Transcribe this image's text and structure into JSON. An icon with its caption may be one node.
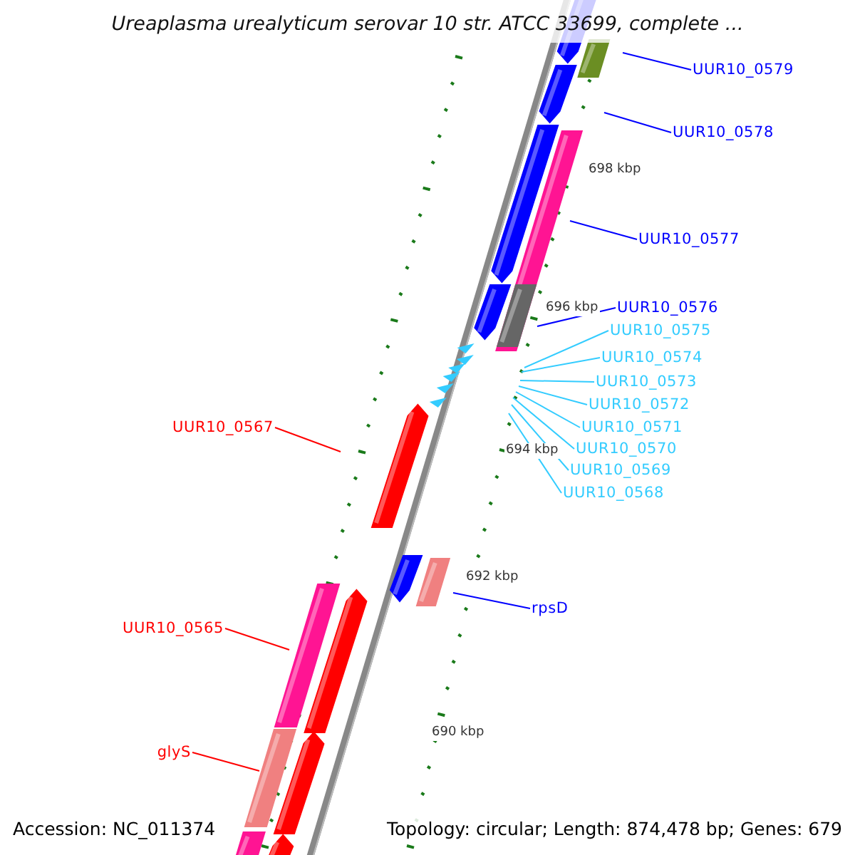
{
  "diagram": {
    "title": "Ureaplasma urealyticum serovar 10 str. ATCC 33699, complete ...",
    "nodes": [
      {
        "text": [
          "UUR10_0579"
        ]
      },
      {
        "text": [
          "UUR10_0578"
        ]
      },
      {
        "text": [
          "UUR10_0577"
        ]
      },
      {
        "text": [
          "UUR10_0576"
        ]
      },
      {
        "text": [
          "UUR10_0575"
        ]
      },
      {
        "text": [
          "UUR10_0574"
        ]
      },
      {
        "text": [
          "UUR10_0573"
        ]
      },
      {
        "text": [
          "UUR10_0572"
        ]
      },
      {
        "text": [
          "UUR10_0571"
        ]
      },
      {
        "text": [
          "UUR10_0570"
        ]
      },
      {
        "text": [
          "UUR10_0569"
        ]
      },
      {
        "text": [
          "UUR10_0568"
        ]
      },
      {
        "text": [
          "UUR10_0567"
        ]
      },
      {
        "text": [
          "rpsD"
        ]
      },
      {
        "text": [
          "UUR10_0565"
        ]
      },
      {
        "text": [
          "glyS"
        ]
      }
    ],
    "edges": [
      {
        "from": 0,
        "to": null,
        "arrow": "none",
        "color": "#0000ff"
      },
      {
        "from": 1,
        "to": null,
        "arrow": "none",
        "color": "#0000ff"
      },
      {
        "from": 2,
        "to": null,
        "arrow": "none",
        "color": "#0000ff"
      },
      {
        "from": 3,
        "to": null,
        "arrow": "none",
        "color": "#0000ff"
      },
      {
        "from": 4,
        "to": null,
        "arrow": "none"
      },
      {
        "from": 5,
        "to": null,
        "arrow": "none"
      },
      {
        "from": 6,
        "to": null,
        "arrow": "none"
      },
      {
        "from": 7,
        "to": null,
        "arrow": "none"
      },
      {
        "from": 8,
        "to": null,
        "arrow": "none"
      },
      {
        "from": 9,
        "to": null,
        "arrow": "none"
      },
      {
        "from": 10,
        "to": null,
        "arrow": "none"
      },
      {
        "from": 11,
        "to": null,
        "arrow": "none"
      },
      {
        "from": 12,
        "to": null,
        "arrow": "none",
        "color": "#ff0000"
      },
      {
        "from": 13,
        "to": null,
        "arrow": "none",
        "color": "#0000ff"
      },
      {
        "from": 14,
        "to": null,
        "arrow": "none",
        "color": "#ff0000"
      },
      {
        "from": 15,
        "to": null,
        "arrow": "none",
        "color": "#ff0000"
      }
    ],
    "labels": [
      "698 kbp",
      "696 kbp",
      "694 kbp",
      "692 kbp",
      "690 kbp",
      "Accession: NC_011374",
      "Topology: circular; Length: 874,478 bp; Genes: 679"
    ]
  }
}
